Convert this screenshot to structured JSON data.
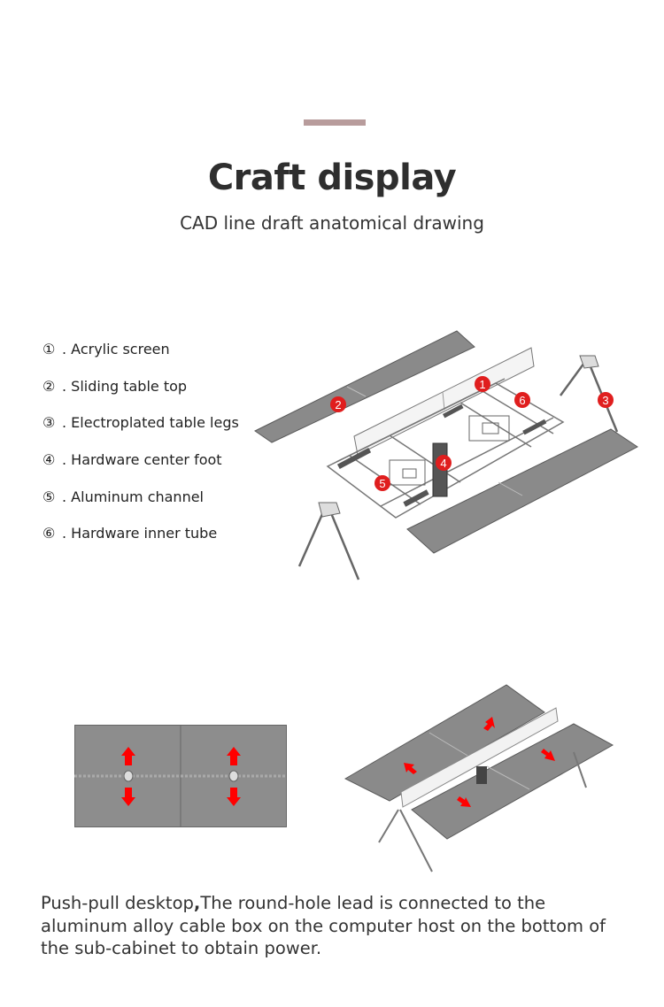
{
  "header": {
    "title": "Craft display",
    "subtitle": "CAD line draft anatomical drawing"
  },
  "legend": [
    {
      "num": "①",
      "label": ". Acrylic screen"
    },
    {
      "num": "②",
      "label": ". Sliding table top"
    },
    {
      "num": "③",
      "label": ". Electroplated table legs"
    },
    {
      "num": "④",
      "label": ". Hardware center foot"
    },
    {
      "num": "⑤",
      "label": ". Aluminum channel"
    },
    {
      "num": "⑥",
      "label": ". Hardware inner tube"
    }
  ],
  "markers": [
    "1",
    "2",
    "3",
    "4",
    "5",
    "6"
  ],
  "caption": {
    "lead": "Push-pull desktop",
    "sep": ",",
    "rest": "The round-hole lead is connected to the aluminum alloy cable box on the computer host on the bottom of the sub-cabinet to obtain power."
  },
  "colors": {
    "accent": "#b89c9c",
    "panel": "#8a8a8a",
    "marker": "#e01e1e",
    "arrow": "#ff0000"
  }
}
